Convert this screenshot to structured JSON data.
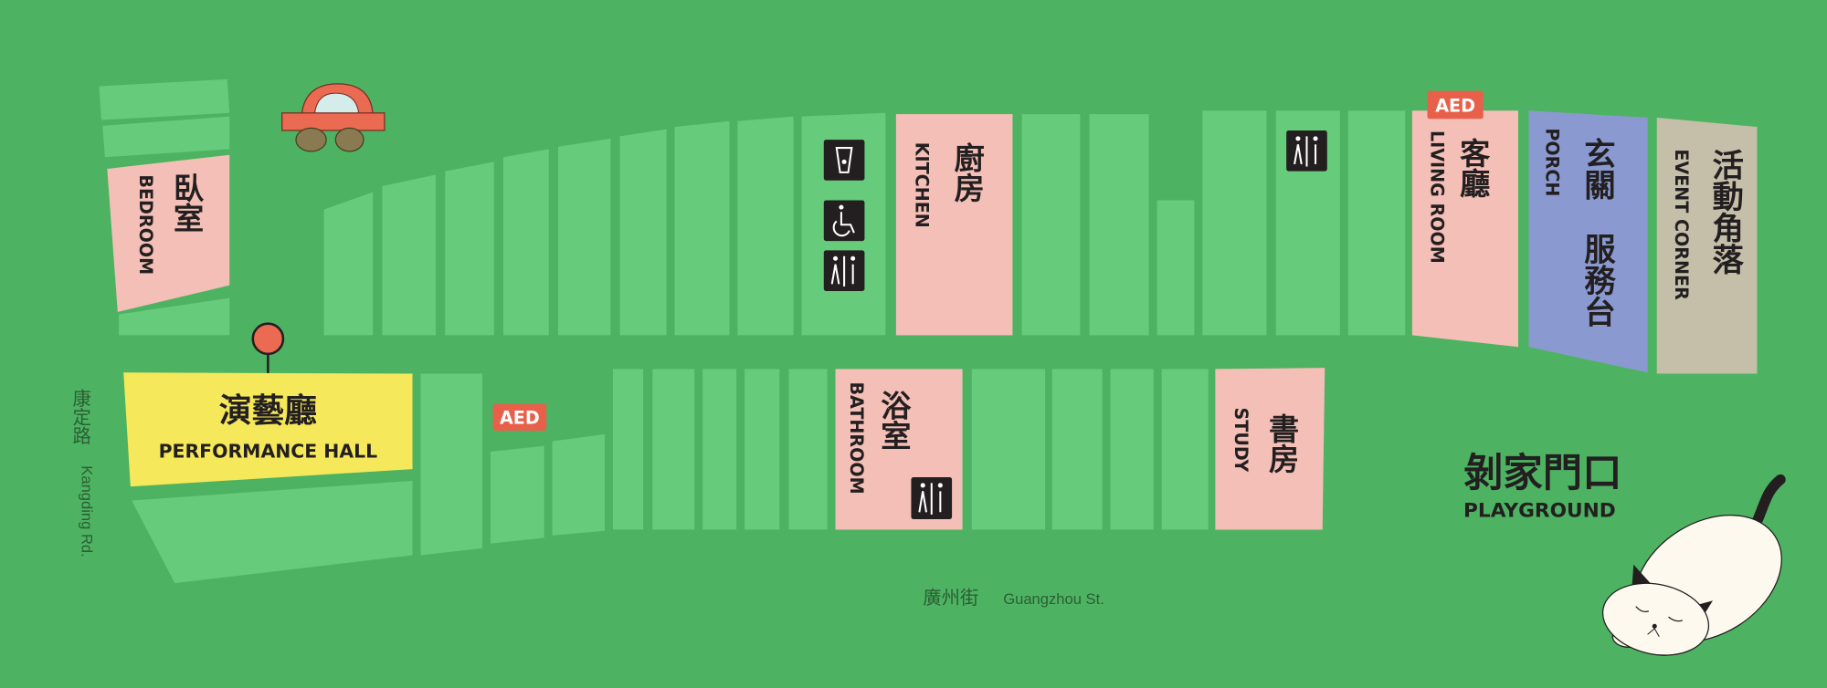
{
  "colors": {
    "background": "#4db362",
    "lot": "#66cb7a",
    "room_pink": "#f4bfb6",
    "porch": "#8a9ad0",
    "event_corner": "#c5bfa9",
    "performance_hall": "#f5e85a",
    "aed": "#e8604a"
  },
  "rooms": {
    "bedroom": {
      "zh": "臥室",
      "en": "BEDROOM"
    },
    "kitchen": {
      "zh": "廚房",
      "en": "KITCHEN"
    },
    "living_room": {
      "zh": "客廳",
      "en": "LIVING ROOM"
    },
    "porch": {
      "zh1": "玄關",
      "zh2": "服務台",
      "en": "PORCH"
    },
    "event_corner": {
      "zh": "活動角落",
      "en": "EVENT CORNER"
    },
    "performance_hall": {
      "zh": "演藝廳",
      "en": "PERFORMANCE HALL"
    },
    "bathroom": {
      "zh": "浴室",
      "en": "BATHROOM"
    },
    "study": {
      "zh": "書房",
      "en": "STUDY"
    },
    "playground": {
      "zh": "剝家門口",
      "en": "PLAYGROUND"
    }
  },
  "badges": {
    "aed": "AED"
  },
  "streets": {
    "kangding_zh": "康定路",
    "kangding_en": "Kangding Rd.",
    "guangzhou_zh": "廣州街",
    "guangzhou_en": "Guangzhou St."
  },
  "icons": [
    "water-icon",
    "wheelchair-icon",
    "restroom-icon",
    "car-icon",
    "location-pin-icon",
    "cat-illustration"
  ]
}
